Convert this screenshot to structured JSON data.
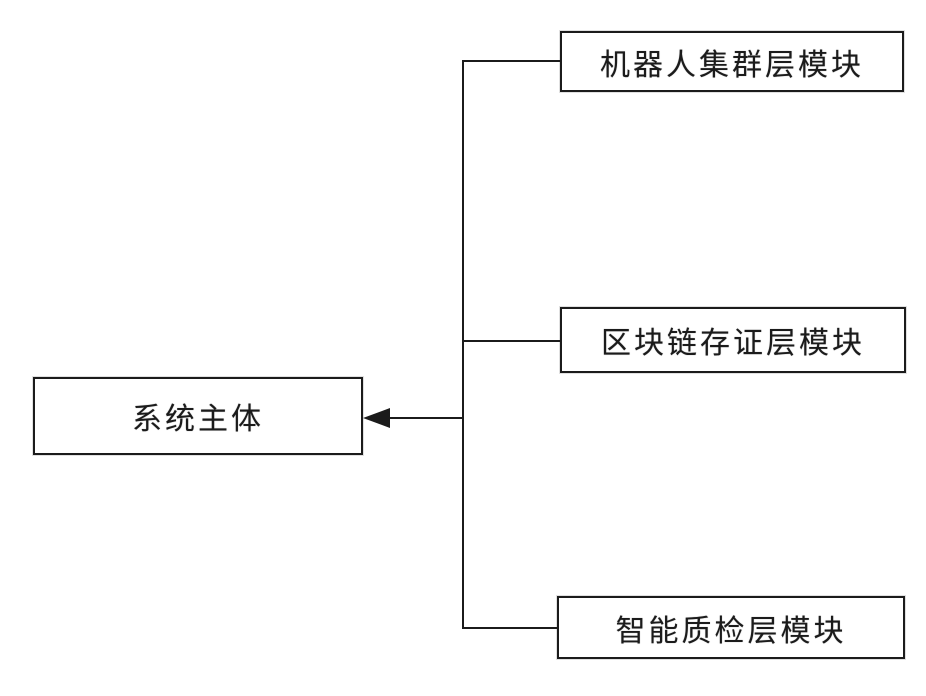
{
  "diagram": {
    "type": "block-diagram",
    "left_node": {
      "label": "系统主体"
    },
    "right_nodes": [
      {
        "label": "机器人集群层模块"
      },
      {
        "label": "区块链存证层模块"
      },
      {
        "label": "智能质检层模块"
      }
    ],
    "connector": {
      "style": "orthogonal-tree",
      "arrow_direction": "left",
      "arrow_target": "系统主体"
    },
    "colors": {
      "line": "#1b1b1b",
      "text": "#1b1b1b",
      "background": "#ffffff"
    }
  }
}
